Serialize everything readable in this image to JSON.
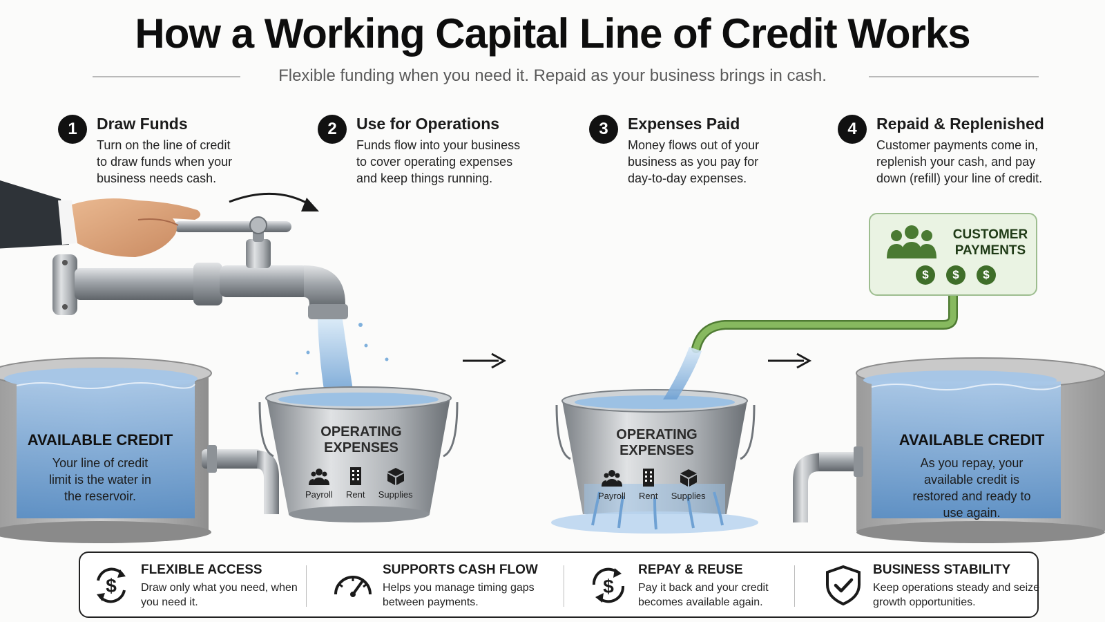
{
  "header": {
    "title": "How a Working Capital Line of Credit Works",
    "subtitle": "Flexible funding when you need it. Repaid as your business brings in cash."
  },
  "steps": [
    {
      "number": "1",
      "title": "Draw Funds",
      "description": "Turn on the line of credit to draw funds when your business needs cash."
    },
    {
      "number": "2",
      "title": "Use for Operations",
      "description": "Funds flow into your business to cover operating expenses and keep things running."
    },
    {
      "number": "3",
      "title": "Expenses Paid",
      "description": "Money flows out of your business as you pay for day-to-day expenses."
    },
    {
      "number": "4",
      "title": "Repaid & Replenished",
      "description": "Customer payments come in, replenish your cash, and pay down (refill) your line of credit."
    }
  ],
  "reservoir_left": {
    "title": "AVAILABLE CREDIT",
    "description": "Your line of credit limit is the water in the reservoir."
  },
  "reservoir_right": {
    "title": "AVAILABLE CREDIT",
    "description": "As you repay, your available credit is restored and ready to use again."
  },
  "bucket_left": {
    "label": "OPERATING EXPENSES",
    "items": [
      "Payroll",
      "Rent",
      "Supplies"
    ]
  },
  "bucket_right": {
    "label": "OPERATING EXPENSES",
    "items": [
      "Payroll",
      "Rent",
      "Supplies"
    ]
  },
  "customer_payments": {
    "label": "CUSTOMER PAYMENTS",
    "coin_symbol": "$"
  },
  "features": [
    {
      "title": "FLEXIBLE ACCESS",
      "description": "Draw only what you need, when you need it.",
      "icon": "dollar-cycle-icon"
    },
    {
      "title": "SUPPORTS CASH FLOW",
      "description": "Helps you manage timing gaps between payments.",
      "icon": "gauge-icon"
    },
    {
      "title": "REPAY & REUSE",
      "description": "Pay it back and your credit becomes available again.",
      "icon": "dollar-refresh-icon"
    },
    {
      "title": "BUSINESS STABILITY",
      "description": "Keep operations steady and seize growth opportunities.",
      "icon": "shield-check-icon"
    }
  ],
  "colors": {
    "water": "#6f9fd0",
    "green_pipe": "#7fae57",
    "customer_box": "#eaf3e3",
    "metal": "#a9adb1"
  }
}
